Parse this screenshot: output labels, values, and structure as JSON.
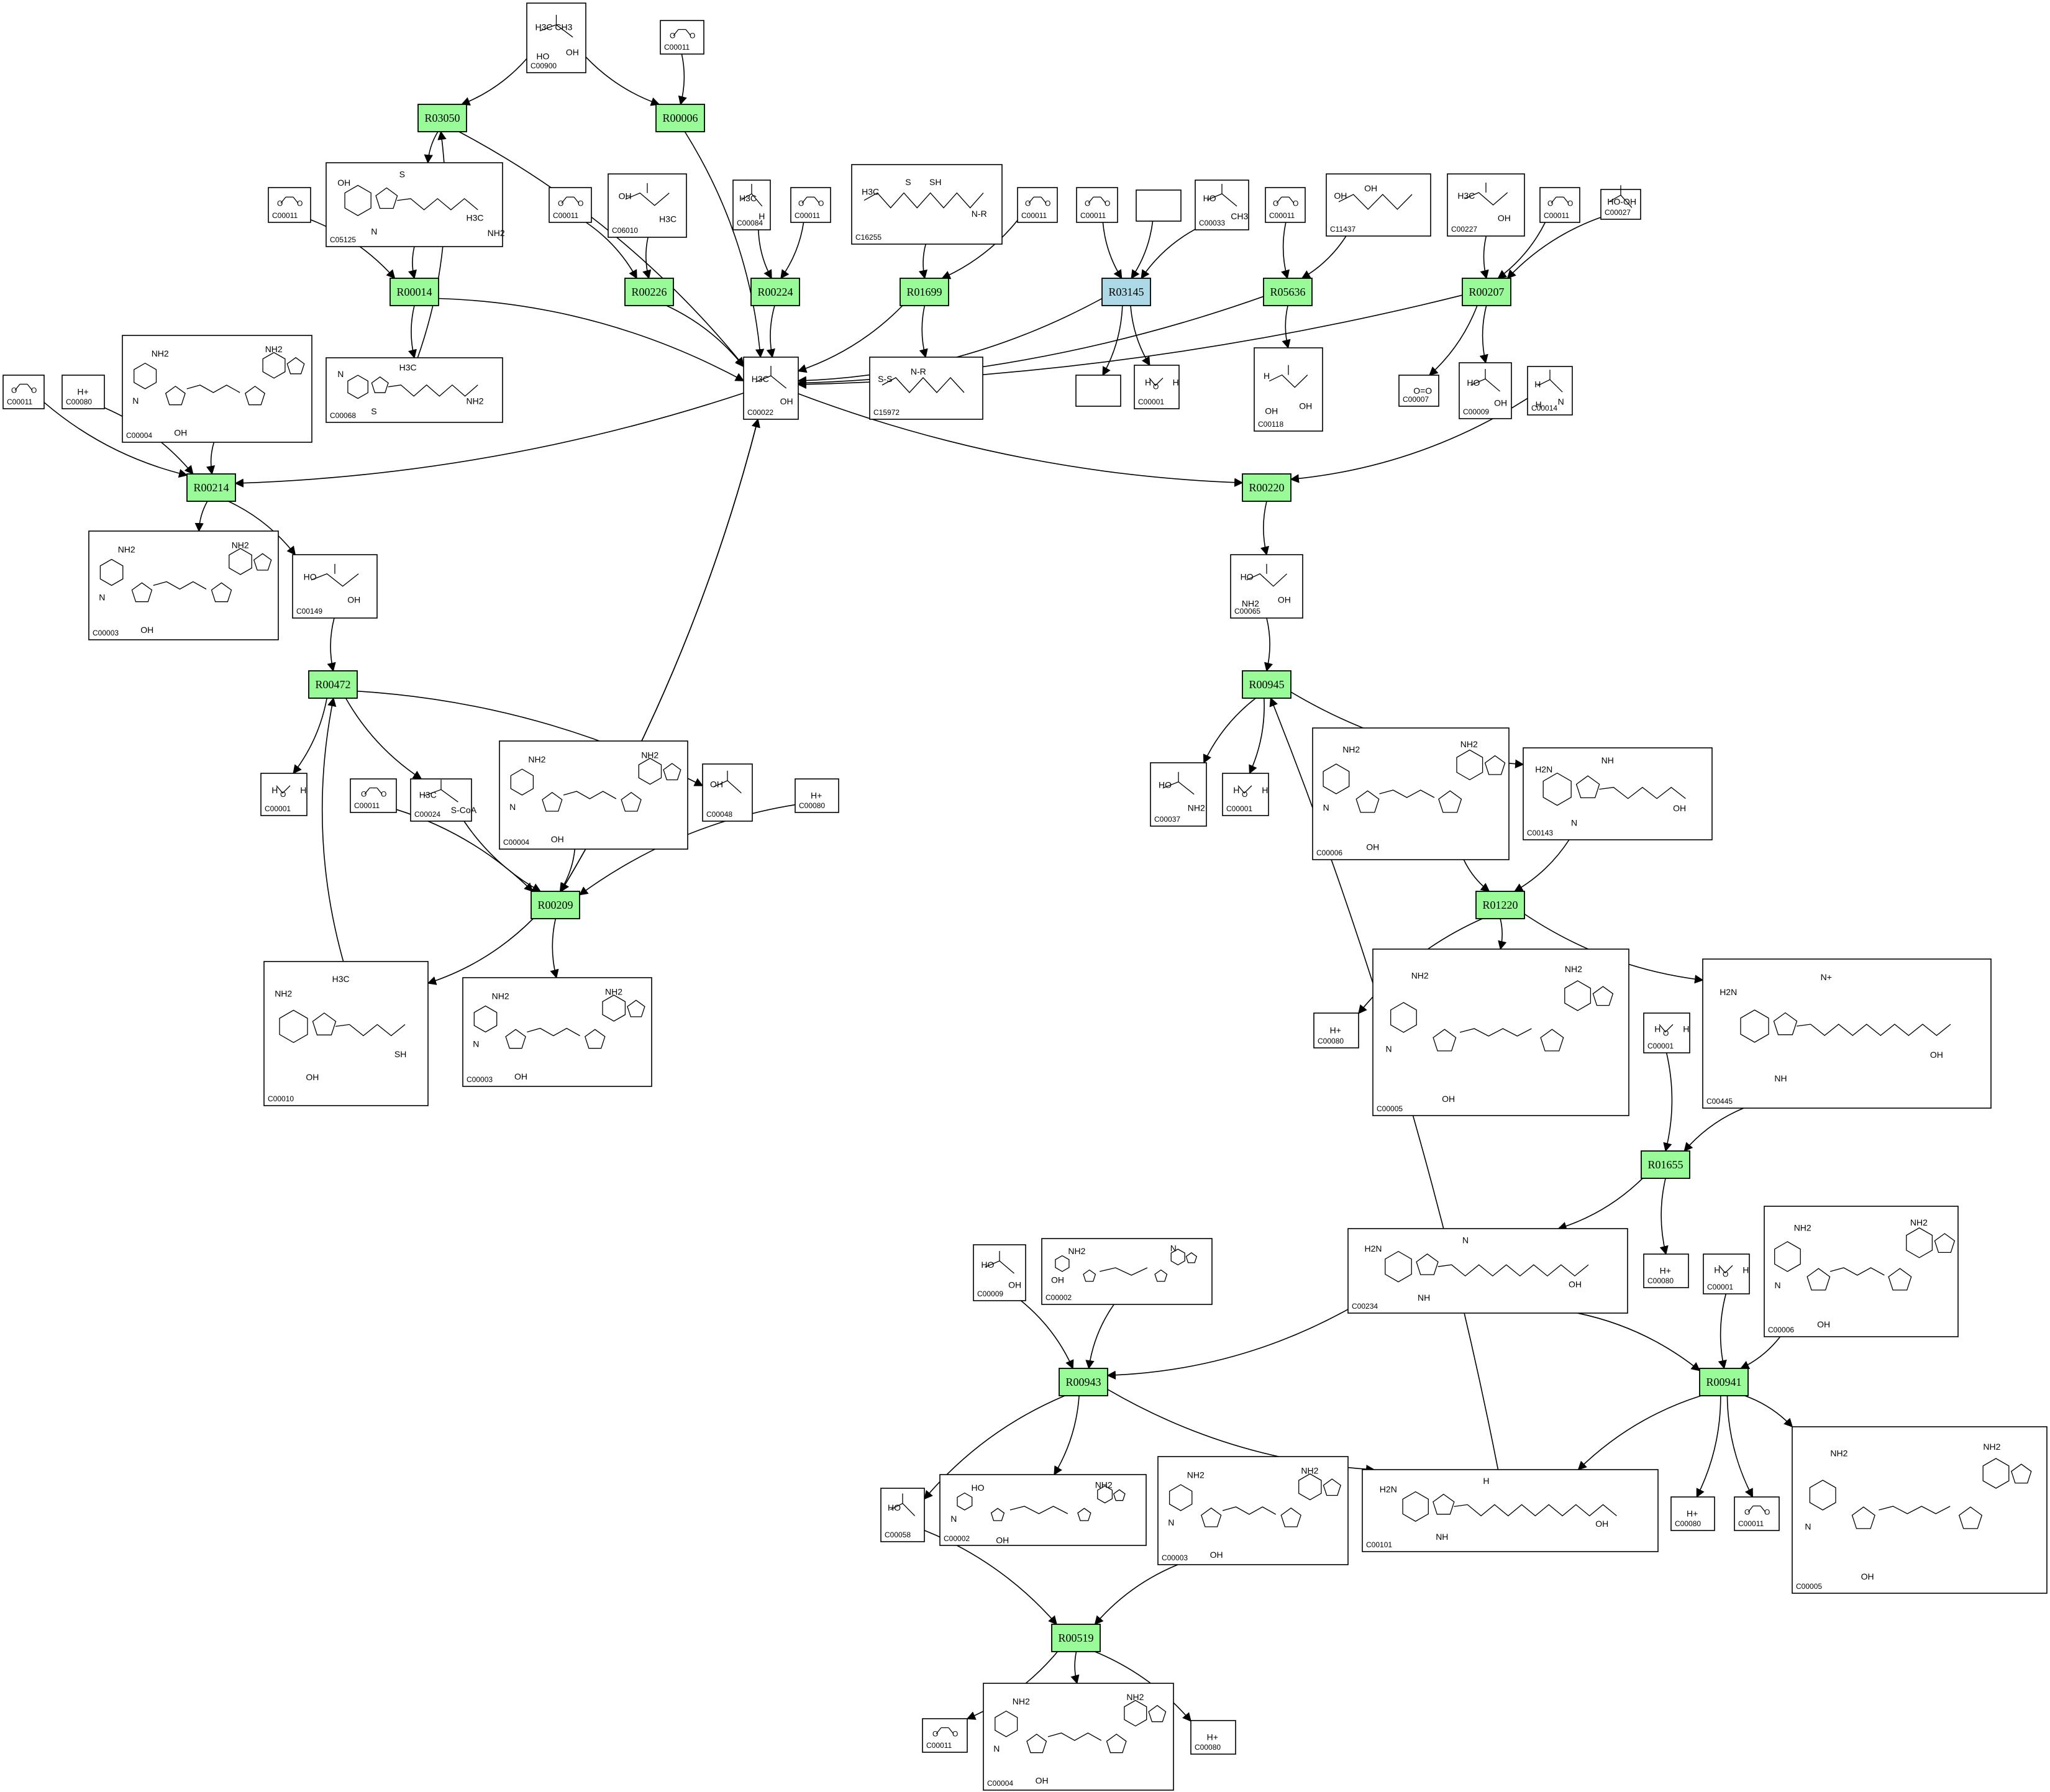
{
  "reactions": [
    {
      "id": "R03050",
      "color": "#98fb98"
    },
    {
      "id": "R00006",
      "color": "#98fb98"
    },
    {
      "id": "R00014",
      "color": "#98fb98"
    },
    {
      "id": "R00226",
      "color": "#98fb98"
    },
    {
      "id": "R00224",
      "color": "#98fb98"
    },
    {
      "id": "R01699",
      "color": "#98fb98"
    },
    {
      "id": "R03145",
      "color": "#add8e6"
    },
    {
      "id": "R05636",
      "color": "#98fb98"
    },
    {
      "id": "R00207",
      "color": "#98fb98"
    },
    {
      "id": "R00214",
      "color": "#98fb98"
    },
    {
      "id": "R00220",
      "color": "#98fb98"
    },
    {
      "id": "R00472",
      "color": "#98fb98"
    },
    {
      "id": "R00945",
      "color": "#98fb98"
    },
    {
      "id": "R00209",
      "color": "#98fb98"
    },
    {
      "id": "R01220",
      "color": "#98fb98"
    },
    {
      "id": "R01655",
      "color": "#98fb98"
    },
    {
      "id": "R00943",
      "color": "#98fb98"
    },
    {
      "id": "R00941",
      "color": "#98fb98"
    },
    {
      "id": "R00519",
      "color": "#98fb98"
    }
  ],
  "compounds": [
    {
      "key": "c00900",
      "id": "C00900",
      "labels": [
        "H3C  CH3",
        "OH",
        "HO"
      ]
    },
    {
      "key": "c00011_top",
      "id": "C00011",
      "labels": []
    },
    {
      "key": "c05125",
      "id": "C05125",
      "labels": [
        "OH",
        "N",
        "S",
        "H3C",
        "NH2"
      ]
    },
    {
      "key": "c00011_a",
      "id": "C00011",
      "labels": []
    },
    {
      "key": "c00011_b",
      "id": "C00011",
      "labels": []
    },
    {
      "key": "c06010",
      "id": "C06010",
      "labels": [
        "OH",
        "H3C"
      ]
    },
    {
      "key": "c00084",
      "id": "C00084",
      "labels": [
        "H3C",
        "H"
      ]
    },
    {
      "key": "c00011_c",
      "id": "C00011",
      "labels": []
    },
    {
      "key": "c16255",
      "id": "C16255",
      "labels": [
        "H3C",
        "S",
        "SH",
        "N-R"
      ]
    },
    {
      "key": "c00011_d",
      "id": "C00011",
      "labels": []
    },
    {
      "key": "c00011_e",
      "id": "C00011",
      "labels": []
    },
    {
      "key": "blank_1",
      "id": "",
      "labels": []
    },
    {
      "key": "c00033",
      "id": "C00033",
      "labels": [
        "HO",
        "CH3"
      ]
    },
    {
      "key": "c00011_f",
      "id": "C00011",
      "labels": []
    },
    {
      "key": "c11437",
      "id": "C11437",
      "labels": [
        "OH",
        "OH"
      ]
    },
    {
      "key": "c00227",
      "id": "C00227",
      "labels": [
        "H3C",
        "OH"
      ]
    },
    {
      "key": "c00011_g",
      "id": "C00011",
      "labels": []
    },
    {
      "key": "c00027",
      "id": "C00027",
      "labels": [
        "HO-OH"
      ]
    },
    {
      "key": "c00011_h",
      "id": "C00011",
      "labels": []
    },
    {
      "key": "c00080_a",
      "id": "C00080",
      "labels": [
        "H+"
      ]
    },
    {
      "key": "c00004_a",
      "id": "C00004",
      "labels": [
        "NH2",
        "NH2",
        "N",
        "OH"
      ]
    },
    {
      "key": "c00068",
      "id": "C00068",
      "labels": [
        "N",
        "S",
        "H3C",
        "NH2"
      ]
    },
    {
      "key": "c00022",
      "id": "C00022",
      "labels": [
        "H3C",
        "OH"
      ]
    },
    {
      "key": "c15972",
      "id": "C15972",
      "labels": [
        "S-S",
        "N-R"
      ]
    },
    {
      "key": "blank_2",
      "id": "",
      "labels": []
    },
    {
      "key": "c00001_a",
      "id": "C00001",
      "labels": [
        "H",
        "H"
      ]
    },
    {
      "key": "c00118",
      "id": "C00118",
      "labels": [
        "H",
        "OH",
        "OH"
      ]
    },
    {
      "key": "c00007",
      "id": "C00007",
      "labels": [
        "O=O"
      ]
    },
    {
      "key": "c00009_a",
      "id": "C00009",
      "labels": [
        "HO",
        "OH"
      ]
    },
    {
      "key": "c00014",
      "id": "C00014",
      "labels": [
        "H",
        "N",
        "H"
      ]
    },
    {
      "key": "c00003_a",
      "id": "C00003",
      "labels": [
        "NH2",
        "NH2",
        "N",
        "OH"
      ]
    },
    {
      "key": "c00149",
      "id": "C00149",
      "labels": [
        "HO",
        "OH"
      ]
    },
    {
      "key": "c00065",
      "id": "C00065",
      "labels": [
        "HO",
        "OH",
        "NH2"
      ]
    },
    {
      "key": "c00001_b",
      "id": "C00001",
      "labels": [
        "H",
        "H"
      ]
    },
    {
      "key": "c00011_i",
      "id": "C00011",
      "labels": []
    },
    {
      "key": "c00024",
      "id": "C00024",
      "labels": [
        "H3C",
        "S-CoA"
      ]
    },
    {
      "key": "c00004_b",
      "id": "C00004",
      "labels": [
        "NH2",
        "NH2",
        "N",
        "OH"
      ]
    },
    {
      "key": "c00048",
      "id": "C00048",
      "labels": [
        "OH"
      ]
    },
    {
      "key": "c00080_b",
      "id": "C00080",
      "labels": [
        "H+"
      ]
    },
    {
      "key": "c00037",
      "id": "C00037",
      "labels": [
        "HO",
        "NH2"
      ]
    },
    {
      "key": "c00001_c",
      "id": "C00001",
      "labels": [
        "H",
        "H"
      ]
    },
    {
      "key": "c00006_a",
      "id": "C00006",
      "labels": [
        "NH2",
        "NH2",
        "N",
        "OH"
      ]
    },
    {
      "key": "c00143",
      "id": "C00143",
      "labels": [
        "H2N",
        "N",
        "NH",
        "OH"
      ]
    },
    {
      "key": "c00010",
      "id": "C00010",
      "labels": [
        "NH2",
        "OH",
        "H3C",
        "SH"
      ]
    },
    {
      "key": "c00003_b",
      "id": "C00003",
      "labels": [
        "NH2",
        "NH2",
        "N",
        "OH"
      ]
    },
    {
      "key": "c00080_c",
      "id": "C00080",
      "labels": [
        "H+"
      ]
    },
    {
      "key": "c00005_a",
      "id": "C00005",
      "labels": [
        "NH2",
        "NH2",
        "N",
        "OH"
      ]
    },
    {
      "key": "c00445",
      "id": "C00445",
      "labels": [
        "H2N",
        "NH",
        "N+",
        "OH"
      ]
    },
    {
      "key": "c00001_d",
      "id": "C00001",
      "labels": [
        "H",
        "H"
      ]
    },
    {
      "key": "c00009_b",
      "id": "C00009",
      "labels": [
        "HO",
        "OH"
      ]
    },
    {
      "key": "c00002",
      "id": "C00002",
      "labels": [
        "NH2",
        "N",
        "OH"
      ]
    },
    {
      "key": "c00234",
      "id": "C00234",
      "labels": [
        "H2N",
        "NH",
        "N",
        "OH"
      ]
    },
    {
      "key": "c00080_d",
      "id": "C00080",
      "labels": [
        "H+"
      ]
    },
    {
      "key": "c00001_e",
      "id": "C00001",
      "labels": [
        "H",
        "H"
      ]
    },
    {
      "key": "c00006_b",
      "id": "C00006",
      "labels": [
        "NH2",
        "NH2",
        "N",
        "OH"
      ]
    },
    {
      "key": "c00058",
      "id": "C00058",
      "labels": [
        "HO"
      ]
    },
    {
      "key": "c00002_b",
      "id": "C00002",
      "labels": [
        "HO",
        "NH2",
        "N",
        "OH"
      ]
    },
    {
      "key": "c00003_c",
      "id": "C00003",
      "labels": [
        "NH2",
        "NH2",
        "N",
        "OH"
      ]
    },
    {
      "key": "c00101",
      "id": "C00101",
      "labels": [
        "H2N",
        "NH",
        "H",
        "OH"
      ]
    },
    {
      "key": "c00080_e",
      "id": "C00080",
      "labels": [
        "H+"
      ]
    },
    {
      "key": "c00011_j",
      "id": "C00011",
      "labels": []
    },
    {
      "key": "c00005_b",
      "id": "C00005",
      "labels": [
        "NH2",
        "NH2",
        "N",
        "OH"
      ]
    },
    {
      "key": "c00011_k",
      "id": "C00011",
      "labels": []
    },
    {
      "key": "c00004_c",
      "id": "C00004",
      "labels": [
        "NH2",
        "NH2",
        "N",
        "OH"
      ]
    },
    {
      "key": "c00080_f",
      "id": "C00080",
      "labels": [
        "H+"
      ]
    }
  ],
  "edges": [
    [
      "c00900",
      "R03050"
    ],
    [
      "c00900",
      "R00006"
    ],
    [
      "c00011_top",
      "R00006"
    ],
    [
      "R03050",
      "c05125"
    ],
    [
      "R03050",
      "c00022"
    ],
    [
      "c05125",
      "R00014"
    ],
    [
      "c00011_a",
      "R00014"
    ],
    [
      "R00014",
      "c00068"
    ],
    [
      "R00014",
      "c00022"
    ],
    [
      "c00068",
      "R03050"
    ],
    [
      "c00011_b",
      "R00226"
    ],
    [
      "c06010",
      "R00226"
    ],
    [
      "R00226",
      "c00022"
    ],
    [
      "c00084",
      "R00224"
    ],
    [
      "c00011_c",
      "R00224"
    ],
    [
      "R00224",
      "c00022"
    ],
    [
      "R00006",
      "c00022"
    ],
    [
      "c16255",
      "R01699"
    ],
    [
      "c00011_d",
      "R01699"
    ],
    [
      "R01699",
      "c15972"
    ],
    [
      "R01699",
      "c00022"
    ],
    [
      "c00011_e",
      "R03145"
    ],
    [
      "blank_1",
      "R03145"
    ],
    [
      "c00033",
      "R03145"
    ],
    [
      "R03145",
      "blank_2"
    ],
    [
      "R03145",
      "c00001_a"
    ],
    [
      "R03145",
      "c00022"
    ],
    [
      "c00011_f",
      "R05636"
    ],
    [
      "c11437",
      "R05636"
    ],
    [
      "R05636",
      "c00118"
    ],
    [
      "R05636",
      "c00022"
    ],
    [
      "c00227",
      "R00207"
    ],
    [
      "c00011_g",
      "R00207"
    ],
    [
      "c00027",
      "R00207"
    ],
    [
      "R00207",
      "c00007"
    ],
    [
      "R00207",
      "c00009_a"
    ],
    [
      "R00207",
      "c00022"
    ],
    [
      "c00011_h",
      "R00214"
    ],
    [
      "c00080_a",
      "R00214"
    ],
    [
      "c00004_a",
      "R00214"
    ],
    [
      "c00022",
      "R00214"
    ],
    [
      "R00214",
      "c00003_a"
    ],
    [
      "R00214",
      "c00149"
    ],
    [
      "c00022",
      "R00220"
    ],
    [
      "c00014",
      "R00220"
    ],
    [
      "R00220",
      "c00065"
    ],
    [
      "c00065",
      "R00945"
    ],
    [
      "c00149",
      "R00472"
    ],
    [
      "R00472",
      "c00001_b"
    ],
    [
      "R00472",
      "c00024"
    ],
    [
      "R00472",
      "c00048"
    ],
    [
      "R00945",
      "c00037"
    ],
    [
      "R00945",
      "c00001_c"
    ],
    [
      "R00945",
      "c00143"
    ],
    [
      "c00011_i",
      "R00209"
    ],
    [
      "c00024",
      "R00209"
    ],
    [
      "c00004_b",
      "R00209"
    ],
    [
      "c00080_b",
      "R00209"
    ],
    [
      "c00022",
      "R00209"
    ],
    [
      "R00209",
      "c00022"
    ],
    [
      "R00209",
      "c00010"
    ],
    [
      "R00209",
      "c00003_b"
    ],
    [
      "c00010",
      "R00472"
    ],
    [
      "c00006_a",
      "R01220"
    ],
    [
      "c00143",
      "R01220"
    ],
    [
      "R01220",
      "c00080_c"
    ],
    [
      "R01220",
      "c00005_a"
    ],
    [
      "R01220",
      "c00445"
    ],
    [
      "c00001_d",
      "R01655"
    ],
    [
      "c00445",
      "R01655"
    ],
    [
      "R01655",
      "c00234"
    ],
    [
      "R01655",
      "c00080_d"
    ],
    [
      "c00009_b",
      "R00943"
    ],
    [
      "c00002",
      "R00943"
    ],
    [
      "c00234",
      "R00943"
    ],
    [
      "R00943",
      "c00058"
    ],
    [
      "R00943",
      "c00002_b"
    ],
    [
      "R00943",
      "c00101"
    ],
    [
      "c00234",
      "R00941"
    ],
    [
      "c00001_e",
      "R00941"
    ],
    [
      "c00006_b",
      "R00941"
    ],
    [
      "R00941",
      "c00101"
    ],
    [
      "R00941",
      "c00080_e"
    ],
    [
      "R00941",
      "c00011_j"
    ],
    [
      "R00941",
      "c00005_b"
    ],
    [
      "c00101",
      "R00945"
    ],
    [
      "c00058",
      "R00519"
    ],
    [
      "c00003_c",
      "R00519"
    ],
    [
      "R00519",
      "c00011_k"
    ],
    [
      "R00519",
      "c00004_c"
    ],
    [
      "R00519",
      "c00080_f"
    ]
  ]
}
